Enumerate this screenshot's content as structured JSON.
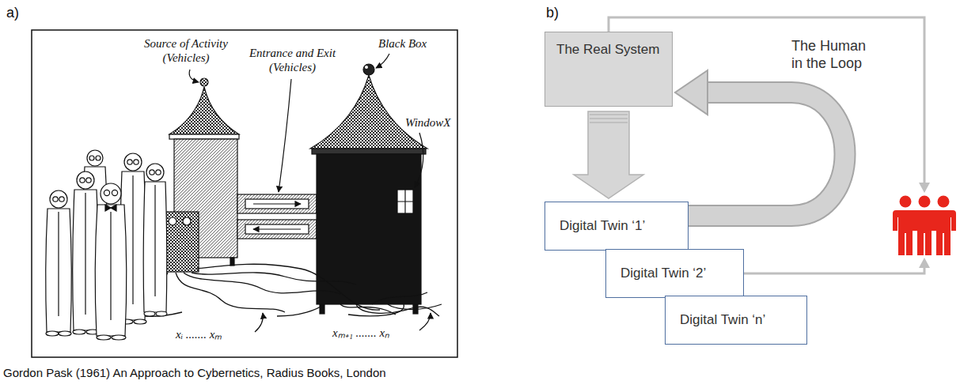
{
  "diagram": {
    "caption": "Gordon Pask (1961) An Approach to Cybernetics, Radius Books, London",
    "nodes": [
      {
        "text": [
          "The Real System"
        ]
      },
      {
        "text": [
          "The Human in the Loop"
        ]
      },
      {
        "text": [
          "Digital Twin ‘1’"
        ]
      },
      {
        "text": [
          "Digital Twin ‘2’"
        ]
      },
      {
        "text": [
          "Digital Twin ‘n’"
        ]
      }
    ],
    "edges": [
      {
        "from": 0,
        "to": 1,
        "arrow": "to"
      },
      {
        "from": 0,
        "to": 2,
        "arrow": "to"
      },
      {
        "from": 2,
        "to": 0,
        "arrow": "to"
      },
      {
        "from": 3,
        "to": 1,
        "arrow": "to"
      }
    ],
    "labels": [
      "a)",
      "b)",
      "Source of Activity (Vehicles)",
      "Entrance and Exit (Vehicles)",
      "Black Box",
      "WindowX",
      "xᵢ ....... xₘ",
      "xₘ₊₁ ....... xₙ"
    ]
  }
}
